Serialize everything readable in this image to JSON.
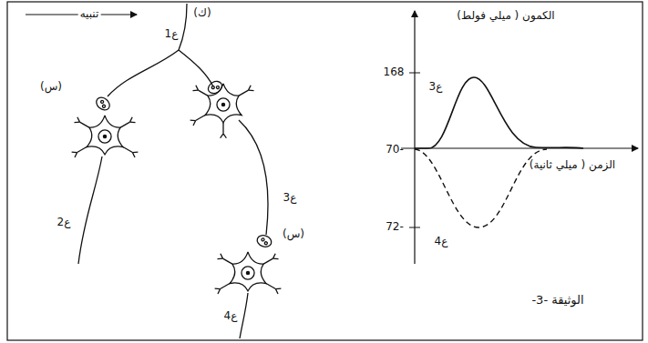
{
  "diagram": {
    "caption": "الوثيقة -3-",
    "labels": [
      "تنبيه",
      "(ك)",
      "ع1",
      "(س)",
      "ع2",
      "ع3",
      "(س)",
      "ع4",
      "الكمون ( ميلي فولط)",
      "168",
      "-70",
      "-72",
      "الزمن ( ميلي ثانية)",
      "ع3",
      "ع4"
    ]
  }
}
